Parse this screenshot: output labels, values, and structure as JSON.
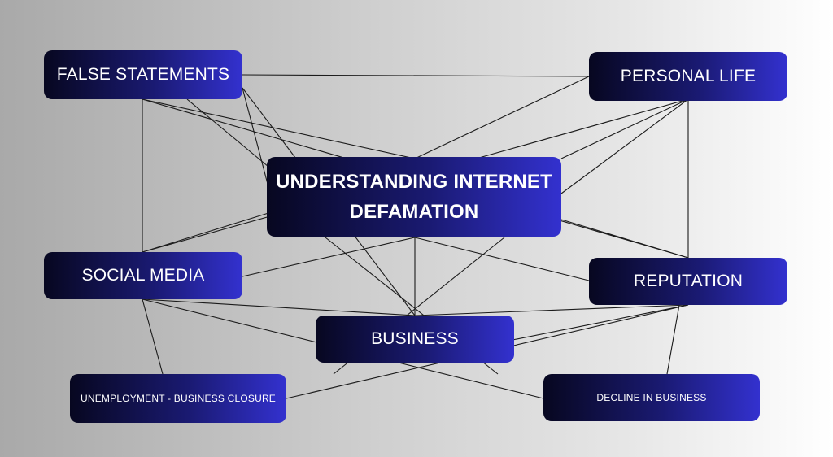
{
  "center": {
    "line1": "UNDERSTANDING INTERNET",
    "line2": "DEFAMATION"
  },
  "nodes": {
    "false_statements": "FALSE STATEMENTS",
    "personal_life": "PERSONAL LIFE",
    "social_media": "SOCIAL MEDIA",
    "reputation": "REPUTATION",
    "business": "BUSINESS",
    "unemployment": "UNEMPLOYMENT - BUSINESS CLOSURE",
    "decline": "DECLINE IN BUSINESS"
  },
  "colors": {
    "node_gradient_start": "#070720",
    "node_gradient_end": "#3331cf",
    "connector": "#1b1b1b",
    "text": "#ffffff"
  }
}
